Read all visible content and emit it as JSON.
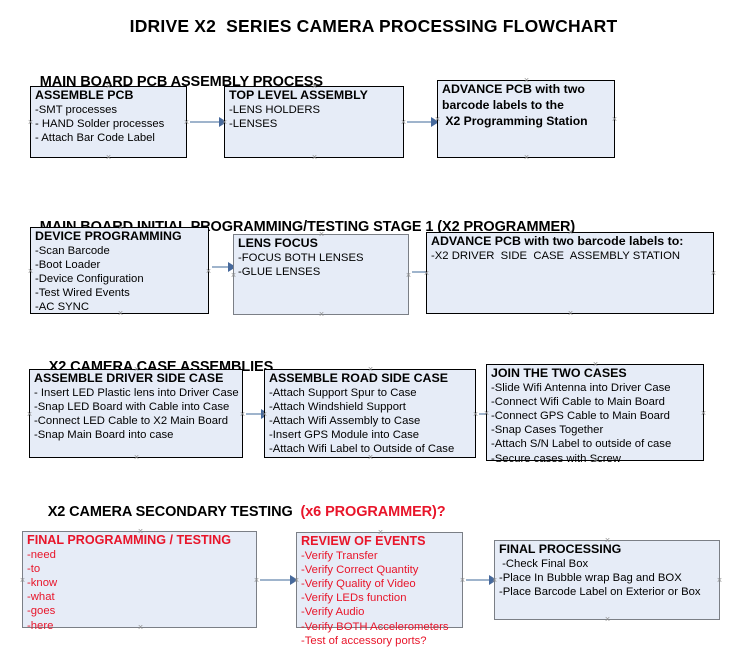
{
  "title": "IDRIVE X2  SERIES CAMERA PROCESSING FLOWCHART",
  "colors": {
    "box_fill": "#e6ecf7",
    "box_border_black": "#000000",
    "box_border_gray": "#7b7f86",
    "arrow_shaft": "#9fb4cc",
    "arrow_head": "#46699c",
    "red_text": "#e8152a",
    "handle": "#8c8c8c"
  },
  "sections": [
    {
      "heading": "MAIN BOARD PCB ASSEMBLY PROCESS",
      "heading_accent": "",
      "boxes": [
        {
          "head": "ASSEMBLE PCB",
          "lines": [
            "-SMT processes",
            "- HAND Solder processes",
            "- Attach Bar Code Label"
          ]
        },
        {
          "head": "TOP LEVEL ASSEMBLY",
          "lines": [
            "-LENS HOLDERS",
            "-LENSES"
          ]
        },
        {
          "head": "ADVANCE PCB with two",
          "lines": [
            "barcode labels to the",
            " X2 Programming Station"
          ]
        }
      ]
    },
    {
      "heading": "MAIN BOARD INITIAL PROGRAMMING/TESTING STAGE 1 (X2 PROGRAMMER)",
      "heading_accent": "",
      "boxes": [
        {
          "head": "DEVICE PROGRAMMING",
          "lines": [
            "-Scan Barcode",
            "-Boot Loader",
            "-Device Configuration",
            "-Test Wired Events",
            "-AC SYNC"
          ]
        },
        {
          "head": "LENS FOCUS",
          "lines": [
            "-FOCUS BOTH LENSES",
            "-GLUE LENSES"
          ]
        },
        {
          "head": "ADVANCE PCB with two barcode labels to:",
          "lines": [
            "-X2 DRIVER  SIDE  CASE  ASSEMBLY STATION"
          ]
        }
      ]
    },
    {
      "heading": "X2 CAMERA CASE ASSEMBLIES",
      "heading_accent": "",
      "boxes": [
        {
          "head": "ASSEMBLE DRIVER SIDE CASE",
          "lines": [
            "- Insert LED Plastic lens into Driver Case",
            "-Snap LED Board with Cable into Case",
            "-Connect LED Cable to X2 Main Board",
            "-Snap Main Board into case"
          ]
        },
        {
          "head": "ASSEMBLE ROAD SIDE CASE",
          "lines": [
            "-Attach Support Spur to Case",
            "-Attach Windshield Support",
            "-Attach Wifi Assembly to Case",
            "-Insert GPS Module into Case",
            "-Attach Wifi Label to Outside of Case"
          ]
        },
        {
          "head": "JOIN THE TWO CASES",
          "lines": [
            "-Slide Wifi Antenna into Driver Case",
            "-Connect Wifi Cable to Main Board",
            "-Connect GPS Cable to Main Board",
            "-Snap Cases Together",
            "-Attach S/N Label to outside of case",
            "-Secure cases with Screw"
          ]
        }
      ]
    },
    {
      "heading": "X2 CAMERA SECONDARY TESTING  ",
      "heading_accent": "(x6 PROGRAMMER)?",
      "boxes": [
        {
          "head": "FINAL PROGRAMMING / TESTING",
          "lines": [
            "-need",
            "-to",
            "-know",
            "-what",
            "-goes",
            "-here"
          ]
        },
        {
          "head": "REVIEW OF EVENTS",
          "lines": [
            "-Verify Transfer",
            "-Verify Correct Quantity",
            "-Verify Quality of Video",
            "-Verify LEDs function",
            "-Verify Audio",
            "-Verify BOTH Accelerometers",
            "-Test of accessory ports?"
          ]
        },
        {
          "head": "FINAL PROCESSING",
          "lines": [
            " -Check Final Box",
            "-Place In Bubble wrap Bag and BOX",
            "-Place Barcode Label on Exterior or Box"
          ]
        }
      ]
    }
  ]
}
